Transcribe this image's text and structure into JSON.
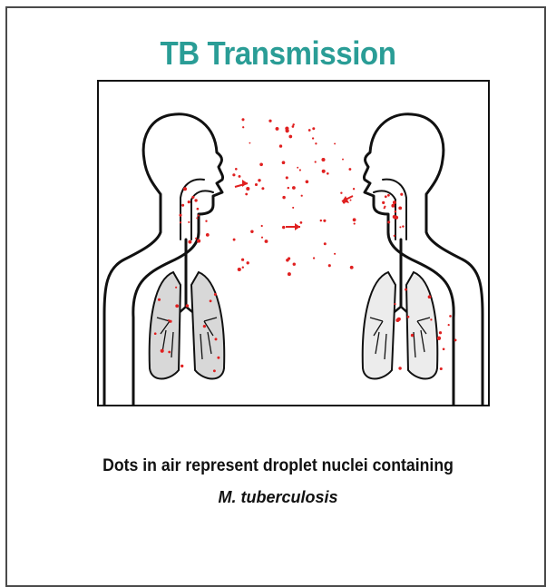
{
  "slide": {
    "title": "TB Transmission",
    "caption_line1": "Dots in air represent droplet nuclei containing",
    "caption_line2": "M. tuberculosis"
  },
  "colors": {
    "title": "#2a9d96",
    "droplet": "#e02020",
    "outline": "#111111",
    "lung_fill": "#d8d8d8"
  },
  "icons": [
    "person-silhouette-icon",
    "lungs-icon",
    "droplet-dots-icon"
  ]
}
